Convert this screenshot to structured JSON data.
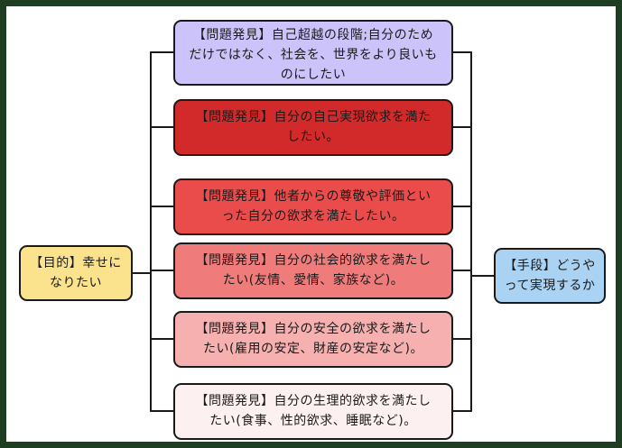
{
  "goal": {
    "line1": "【目的】幸せに",
    "line2": "なりたい"
  },
  "means": {
    "line1": "【手段】どうや",
    "line2": "って実現するか"
  },
  "problems": [
    {
      "line1": "【問題発見】自己超越の段階;自分のため",
      "line2": "だけではなく、社会を、世界をより良いも",
      "line3": "のにしたい",
      "color": "#cdc3fb"
    },
    {
      "line1": "【問題発見】自分の自己実現欲求を満た",
      "line2": "したい。",
      "color": "#d22a2a"
    },
    {
      "line1": "【問題発見】他者からの尊敬や評価とい",
      "line2": "った自分の欲求を満たしたい。",
      "color": "#ea4c4c"
    },
    {
      "line1": "【問題発見】自分の社会的欲求を満たし",
      "line2": "たい(友情、愛情、家族など)。",
      "color": "#f07b7b"
    },
    {
      "line1": "【問題発見】自分の安全の欲求を満たし",
      "line2": "たい(雇用の安定、財産の安定など)。",
      "color": "#f6b0b0"
    },
    {
      "line1": "【問題発見】自分の生理的欲求を満たし",
      "line2": "たい(食事、性的欲求、睡眠など)。",
      "color": "#fdf0f0"
    }
  ],
  "colors": {
    "background": "#1f3d22",
    "goal": "#fbe28d",
    "means": "#a9d2f3",
    "stroke": "#1a1a1a"
  }
}
